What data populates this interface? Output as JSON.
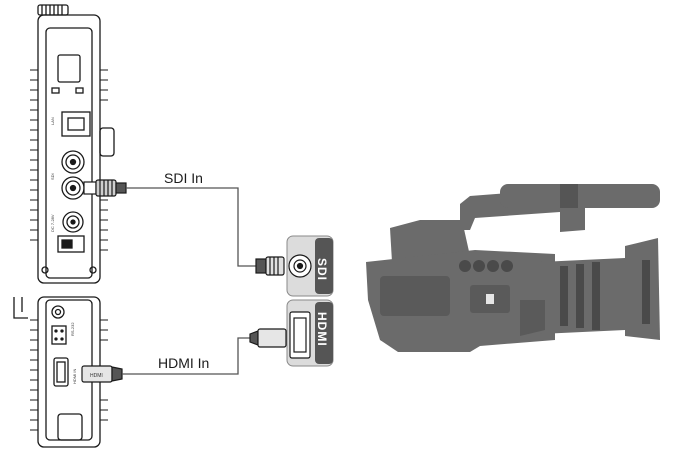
{
  "labels": {
    "sdi_cable": "SDI In",
    "hdmi_cable": "HDMI In",
    "sdi_port": "SDI",
    "hdmi_port": "HDMI"
  },
  "device_markings": {
    "lan": "LAN",
    "sdi": "SDI",
    "dc": "DC 7-28V",
    "rs232": "RS-232",
    "hdmi_in": "HDMI IN",
    "hdmi_plug": "HDMI"
  },
  "colors": {
    "outline": "#1a1a1a",
    "camera_fill": "#6b6b6b",
    "camera_dark": "#4a4a4a",
    "port_panel": "#dcdcdc",
    "port_label_bg": "#555555",
    "cable": "#555555"
  }
}
